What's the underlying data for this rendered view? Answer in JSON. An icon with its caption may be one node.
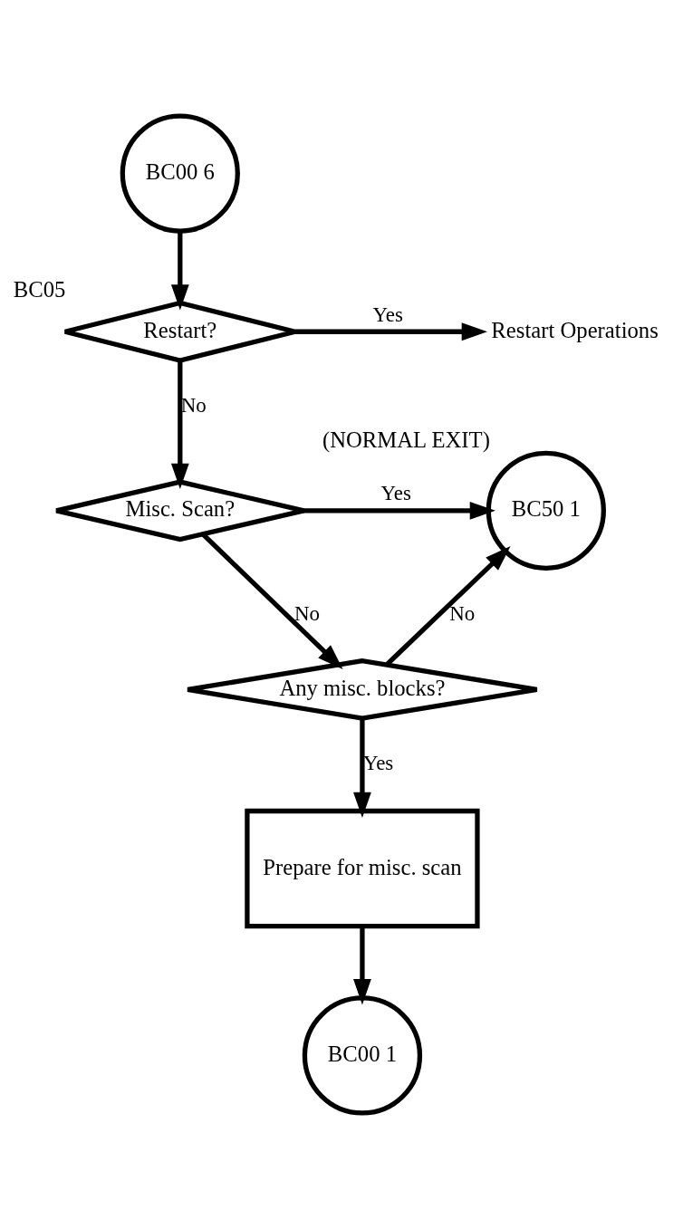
{
  "diagram": {
    "nodes": [
      {
        "text": [
          "BC00 6"
        ]
      },
      {
        "text": [
          "Restart?"
        ],
        "beside": [
          "BC05"
        ]
      },
      {
        "text": [
          "Restart Operations"
        ]
      },
      {
        "text": [
          "Misc. Scan?"
        ]
      },
      {
        "text": [
          "BC50 1"
        ],
        "beside": [
          "(NORMAL EXIT)"
        ]
      },
      {
        "text": [
          "Any misc. blocks?"
        ]
      },
      {
        "text": [
          "Prepare for misc. scan"
        ]
      },
      {
        "text": [
          "BC00 1"
        ]
      }
    ],
    "edges": [
      {
        "from": 0,
        "to": 1,
        "arrow": "to"
      },
      {
        "from": 1,
        "to": 2,
        "arrow": "to",
        "label": "Yes"
      },
      {
        "from": 1,
        "to": 3,
        "arrow": "to",
        "label": "No"
      },
      {
        "from": 3,
        "to": 4,
        "arrow": "to",
        "label": "Yes"
      },
      {
        "from": 3,
        "to": 5,
        "arrow": "to",
        "label": "No"
      },
      {
        "from": 5,
        "to": 4,
        "arrow": "to",
        "label": "No"
      },
      {
        "from": 5,
        "to": 6,
        "arrow": "to",
        "label": "Yes"
      },
      {
        "from": 6,
        "to": 7,
        "arrow": "to"
      }
    ]
  }
}
